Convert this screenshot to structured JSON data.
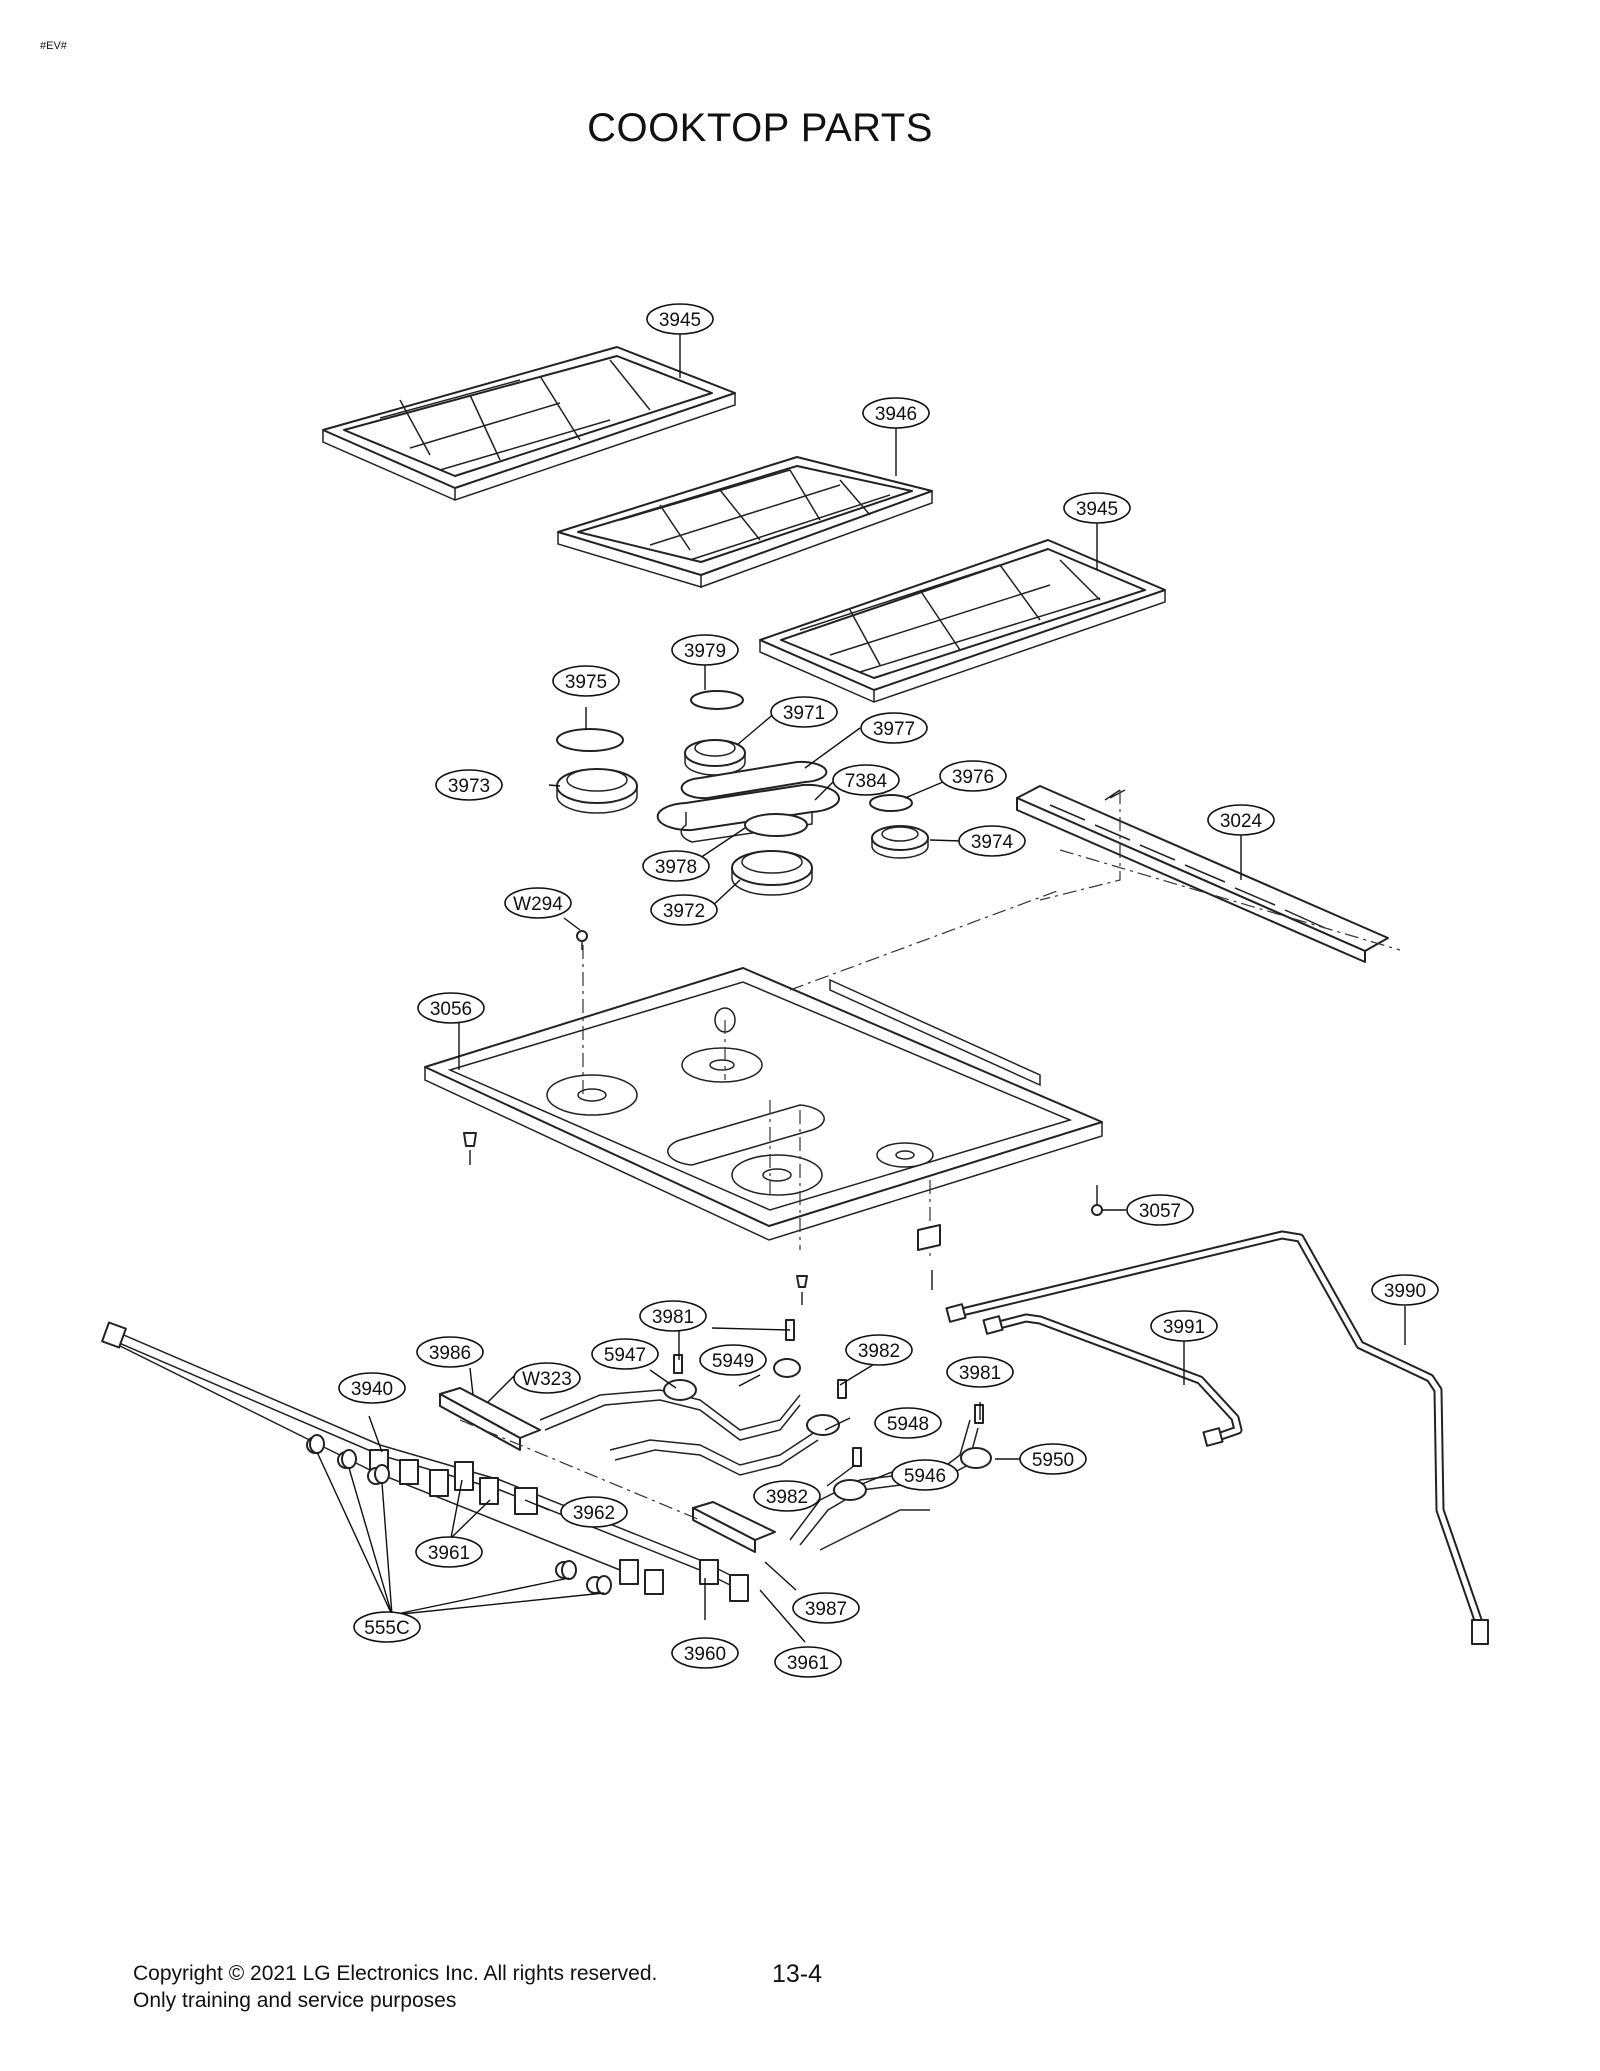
{
  "document": {
    "corner_tag": "#EV#",
    "title": "COOKTOP PARTS",
    "page_number": "13-4",
    "footer_lines": [
      "Copyright © 2021 LG Electronics Inc. All rights reserved.",
      "Only training and service purposes"
    ]
  },
  "callouts": [
    {
      "label": "3945"
    },
    {
      "label": "3946"
    },
    {
      "label": "3945"
    },
    {
      "label": "3979"
    },
    {
      "label": "3975"
    },
    {
      "label": "3971"
    },
    {
      "label": "3977"
    },
    {
      "label": "3973"
    },
    {
      "label": "7384"
    },
    {
      "label": "3976"
    },
    {
      "label": "3024"
    },
    {
      "label": "3974"
    },
    {
      "label": "3978"
    },
    {
      "label": "3972"
    },
    {
      "label": "W294"
    },
    {
      "label": "3056"
    },
    {
      "label": "3057"
    },
    {
      "label": "3990"
    },
    {
      "label": "3991"
    },
    {
      "label": "3981"
    },
    {
      "label": "3986"
    },
    {
      "label": "5947"
    },
    {
      "label": "5949"
    },
    {
      "label": "3982"
    },
    {
      "label": "W323"
    },
    {
      "label": "3940"
    },
    {
      "label": "3981"
    },
    {
      "label": "5948"
    },
    {
      "label": "5950"
    },
    {
      "label": "3982"
    },
    {
      "label": "5946"
    },
    {
      "label": "3962"
    },
    {
      "label": "3961"
    },
    {
      "label": "3987"
    },
    {
      "label": "555C"
    },
    {
      "label": "3960"
    },
    {
      "label": "3961"
    }
  ]
}
